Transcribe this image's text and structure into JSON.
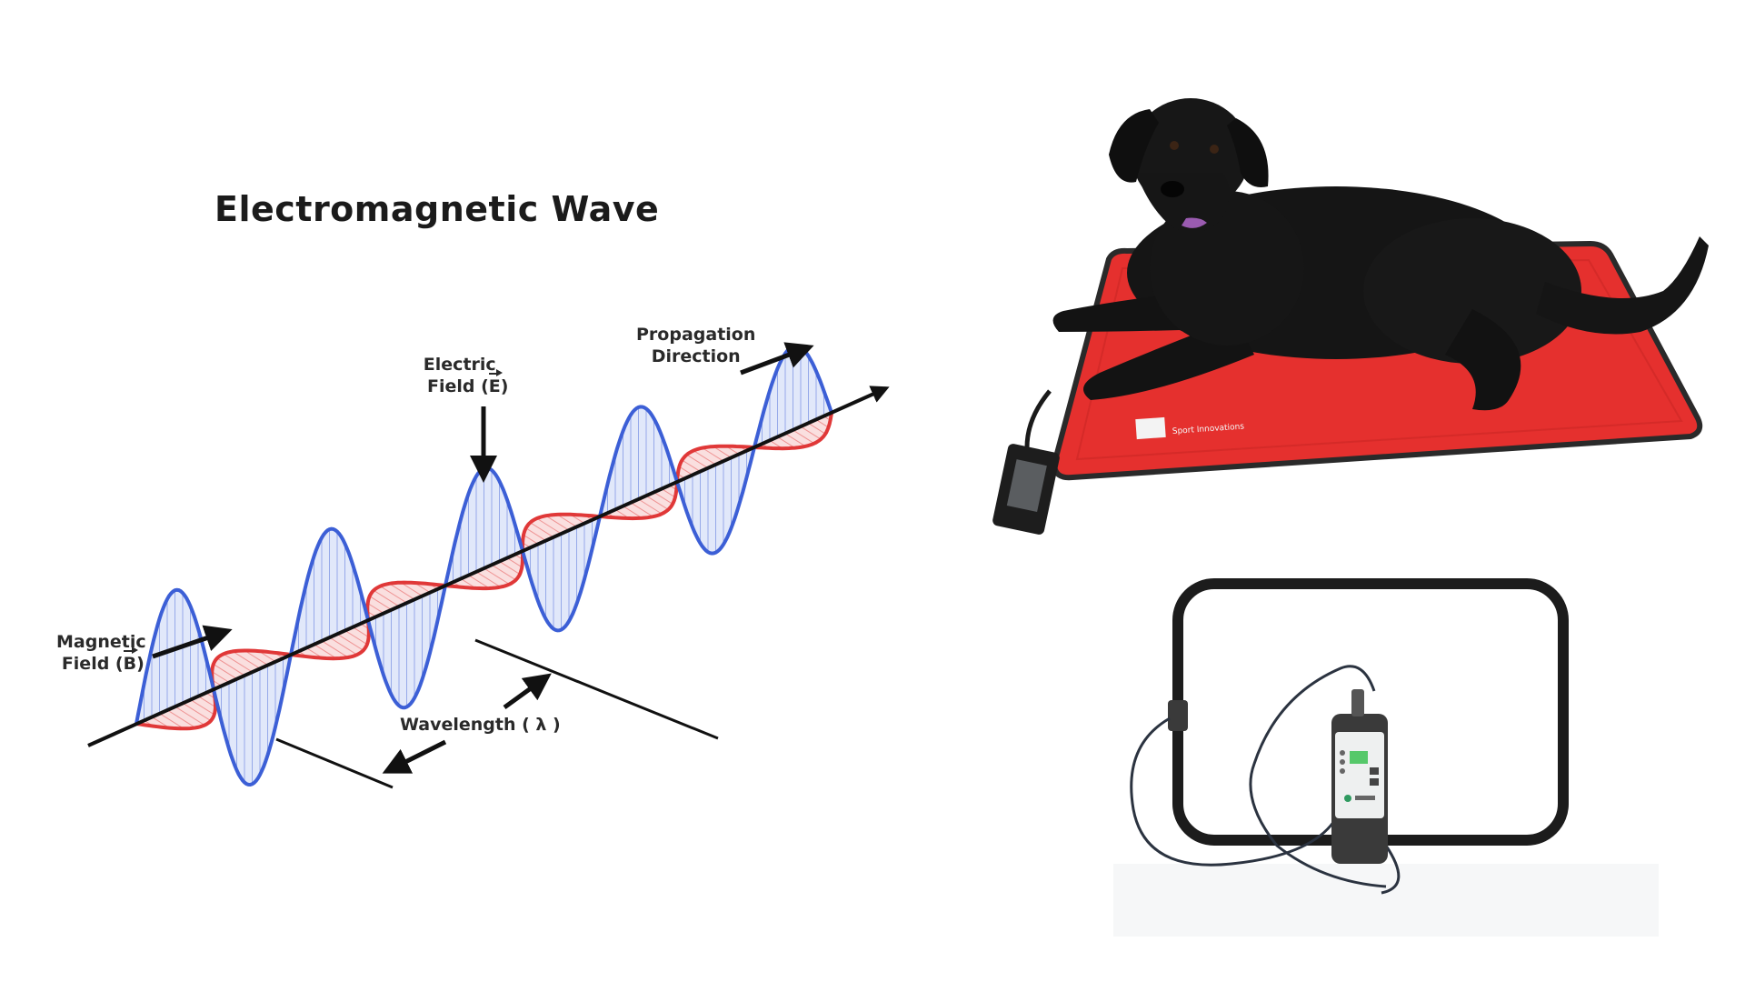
{
  "diagram": {
    "title": "Electromagnetic  Wave",
    "labels": {
      "propagation_line1": "Propagation",
      "propagation_line2": "Direction",
      "electric_line1": "Electric",
      "electric_line2_prefix": "Field (",
      "electric_symbol": "E",
      "electric_line2_suffix": ")",
      "magnetic_line1": "Magnetic",
      "magnetic_line2_prefix": "Field (",
      "magnetic_symbol": "B",
      "magnetic_line2_suffix": ")",
      "wavelength": "Wavelength ( λ )"
    },
    "colors": {
      "electric_wave": "#3c5fd6",
      "electric_fill": "#c8d6f5",
      "magnetic_wave": "#e03838",
      "magnetic_fill": "#f6c4c4",
      "axis": "#111111"
    }
  },
  "photo_mat": {
    "brand_text": "Sport Innovations",
    "mat_color": "#e5302e",
    "dog_color": "#151515"
  },
  "photo_device": {
    "loop_color": "#1c1c1c",
    "device_color": "#3a3a3a",
    "screen_color": "#56c86a"
  }
}
